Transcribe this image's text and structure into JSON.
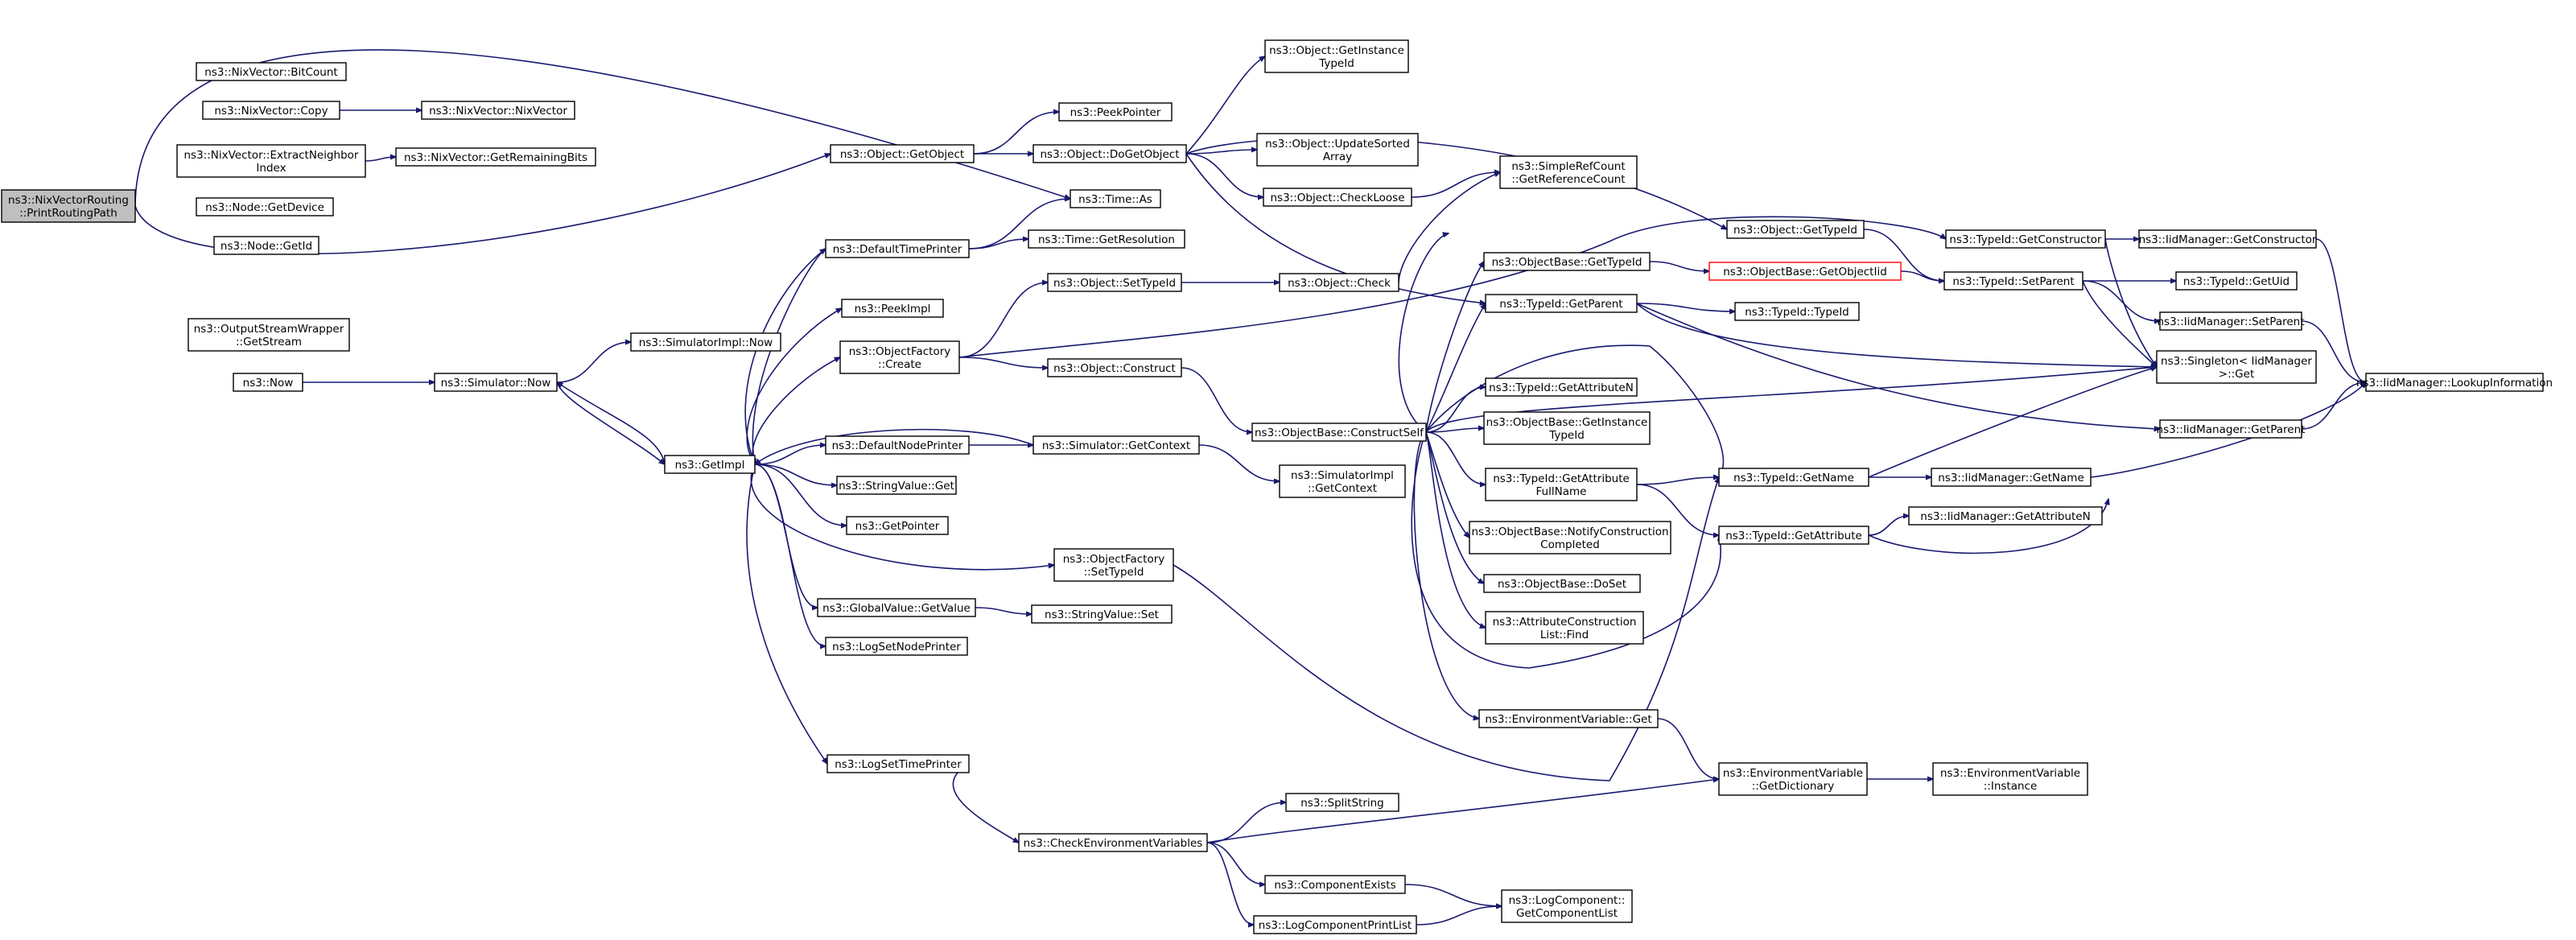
{
  "colors": {
    "edge": "#191970",
    "node_border": "#000000",
    "root_fill": "#bfbfbf",
    "highlight_border": "#ff0000"
  },
  "nodes": {
    "root": [
      "ns3::NixVectorRouting",
      "::PrintRoutingPath"
    ],
    "bitcount": [
      "ns3::NixVector::BitCount"
    ],
    "copy": [
      "ns3::NixVector::Copy"
    ],
    "nixvector": [
      "ns3::NixVector::NixVector"
    ],
    "extract": [
      "ns3::NixVector::ExtractNeighbor",
      "Index"
    ],
    "getremaining": [
      "ns3::NixVector::GetRemainingBits"
    ],
    "nodegetdevice": [
      "ns3::Node::GetDevice"
    ],
    "nodegetid": [
      "ns3::Node::GetId"
    ],
    "outputstream": [
      "ns3::OutputStreamWrapper",
      "::GetStream"
    ],
    "now": [
      "ns3::Now"
    ],
    "simimplnow": [
      "ns3::SimulatorImpl::Now"
    ],
    "simnow": [
      "ns3::Simulator::Now"
    ],
    "getimpl": [
      "ns3::GetImpl"
    ],
    "objgetobject": [
      "ns3::Object::GetObject"
    ],
    "peekpointer": [
      "ns3::PeekPointer"
    ],
    "dogetobject": [
      "ns3::Object::DoGetObject"
    ],
    "getinstancetypeid": [
      "ns3::Object::GetInstance",
      "TypeId"
    ],
    "updatesorted": [
      "ns3::Object::UpdateSorted",
      "Array"
    ],
    "checkloose": [
      "ns3::Object::CheckLoose"
    ],
    "timeas": [
      "ns3::Time::As"
    ],
    "defaulttimeprinter": [
      "ns3::DefaultTimePrinter"
    ],
    "getresolution": [
      "ns3::Time::GetResolution"
    ],
    "peekimpl": [
      "ns3::PeekImpl"
    ],
    "objfactorycreate": [
      "ns3::ObjectFactory",
      "::Create"
    ],
    "objsettypeid": [
      "ns3::Object::SetTypeId"
    ],
    "objcheck": [
      "ns3::Object::Check"
    ],
    "objconstruct": [
      "ns3::Object::Construct"
    ],
    "simplerefcount": [
      "ns3::SimpleRefCount",
      "::GetReferenceCount"
    ],
    "objgettypeid": [
      "ns3::Object::GetTypeId"
    ],
    "objbasegettypeid": [
      "ns3::ObjectBase::GetTypeId"
    ],
    "getobjectiid": [
      "ns3::ObjectBase::GetObjectIid"
    ],
    "typeidgetparent": [
      "ns3::TypeId::GetParent"
    ],
    "typeidtypeid": [
      "ns3::TypeId::TypeId"
    ],
    "typeidgetconstructor": [
      "ns3::TypeId::GetConstructor"
    ],
    "iidgetconstructor": [
      "ns3::IidManager::GetConstructor"
    ],
    "typeidsetparent": [
      "ns3::TypeId::SetParent"
    ],
    "typeidgetuid": [
      "ns3::TypeId::GetUid"
    ],
    "iidsetparent": [
      "ns3::IidManager::SetParent"
    ],
    "singleton": [
      "ns3::Singleton< IidManager",
      ">::Get"
    ],
    "lookupinfo": [
      "ns3::IidManager::LookupInformation"
    ],
    "iidgetparent": [
      "ns3::IidManager::GetParent"
    ],
    "defaultnodeprinter": [
      "ns3::DefaultNodePrinter"
    ],
    "simgetcontext": [
      "ns3::Simulator::GetContext"
    ],
    "simimplgetcontext": [
      "ns3::SimulatorImpl",
      "::GetContext"
    ],
    "constructself": [
      "ns3::ObjectBase::ConstructSelf"
    ],
    "getattributen": [
      "ns3::TypeId::GetAttributeN"
    ],
    "objbasegetinstance": [
      "ns3::ObjectBase::GetInstance",
      "TypeId"
    ],
    "getattrfullname": [
      "ns3::TypeId::GetAttribute",
      "FullName"
    ],
    "typeidgetname": [
      "ns3::TypeId::GetName"
    ],
    "iidgetname": [
      "ns3::IidManager::GetName"
    ],
    "stringvalueget": [
      "ns3::StringValue::Get"
    ],
    "getpointer": [
      "ns3::GetPointer"
    ],
    "notifyconstruction": [
      "ns3::ObjectBase::NotifyConstruction",
      "Completed"
    ],
    "typeidgetattribute": [
      "ns3::TypeId::GetAttribute"
    ],
    "iidgetattributen": [
      "ns3::IidManager::GetAttributeN"
    ],
    "objfactorysettypeid": [
      "ns3::ObjectFactory",
      "::SetTypeId"
    ],
    "doset": [
      "ns3::ObjectBase::DoSet"
    ],
    "globalvalueget": [
      "ns3::GlobalValue::GetValue"
    ],
    "stringvalueset": [
      "ns3::StringValue::Set"
    ],
    "attrconstruction": [
      "ns3::AttributeConstruction",
      "List::Find"
    ],
    "logsetnodeprinter": [
      "ns3::LogSetNodePrinter"
    ],
    "envget": [
      "ns3::EnvironmentVariable::Get"
    ],
    "logsettimeprinter": [
      "ns3::LogSetTimePrinter"
    ],
    "envgetdict": [
      "ns3::EnvironmentVariable",
      "::GetDictionary"
    ],
    "envinstance": [
      "ns3::EnvironmentVariable",
      "::Instance"
    ],
    "splitstring": [
      "ns3::SplitString"
    ],
    "checkenv": [
      "ns3::CheckEnvironmentVariables"
    ],
    "componentexists": [
      "ns3::ComponentExists"
    ],
    "logcomponentget": [
      "ns3::LogComponent::",
      "GetComponentList"
    ],
    "logcomponentprint": [
      "ns3::LogComponentPrintList"
    ]
  }
}
